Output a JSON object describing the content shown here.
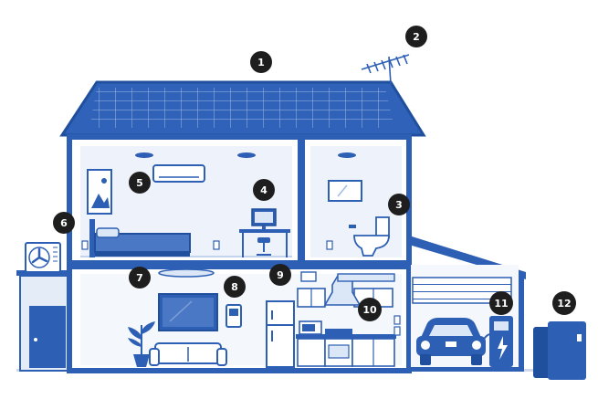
{
  "callouts": [
    {
      "number": "1"
    },
    {
      "number": "2"
    },
    {
      "number": "3"
    },
    {
      "number": "4"
    },
    {
      "number": "5"
    },
    {
      "number": "6"
    },
    {
      "number": "7"
    },
    {
      "number": "8"
    },
    {
      "number": "9"
    },
    {
      "number": "10"
    },
    {
      "number": "11"
    },
    {
      "number": "12"
    }
  ],
  "colors": {
    "primary": "#2d5fb4",
    "dark": "#1f4f9d",
    "light": "#dbe6f6",
    "callout": "#1e1e1e"
  }
}
